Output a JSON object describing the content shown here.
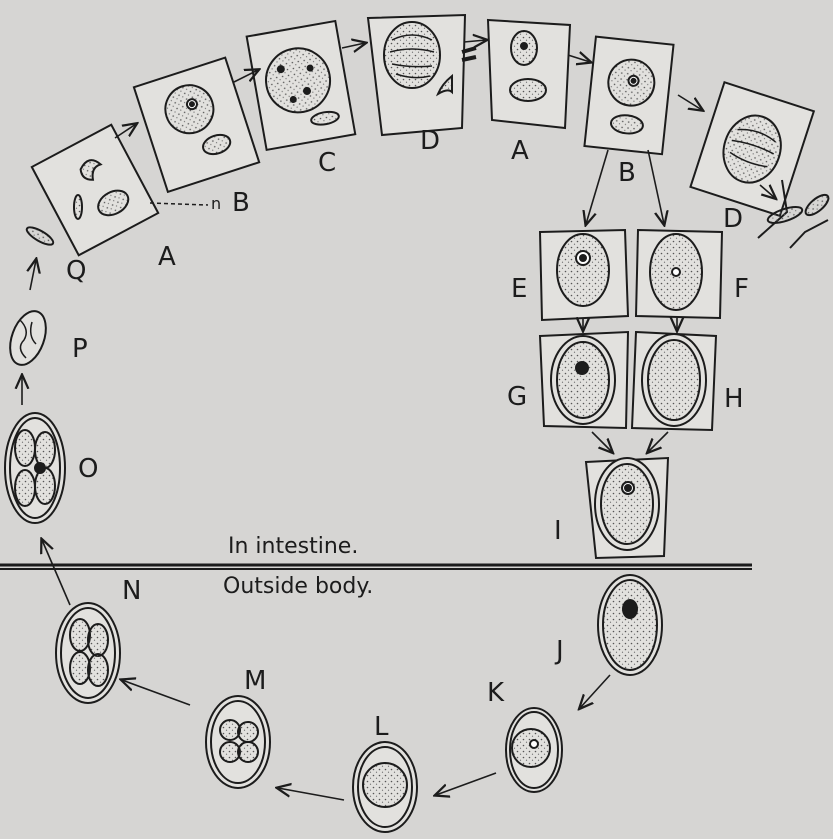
{
  "labels": {
    "a1": "A",
    "n": "n",
    "b1": "B",
    "c1": "C",
    "d1": "D",
    "a2": "A",
    "b2": "B",
    "d2": "D",
    "e": "E",
    "f": "F",
    "g": "G",
    "h": "H",
    "i": "I",
    "j": "J",
    "k": "K",
    "l": "L",
    "m": "M",
    "n2": "N",
    "o": "O",
    "p": "P",
    "q": "Q"
  },
  "captions": {
    "in_intestine": "In  intestine.",
    "outside_body": "Outside body."
  },
  "colors": {
    "background": "#d6d5d3",
    "ink": "#1c1c1c",
    "cell_fill": "#e2e1de",
    "stipple": "#555555"
  }
}
